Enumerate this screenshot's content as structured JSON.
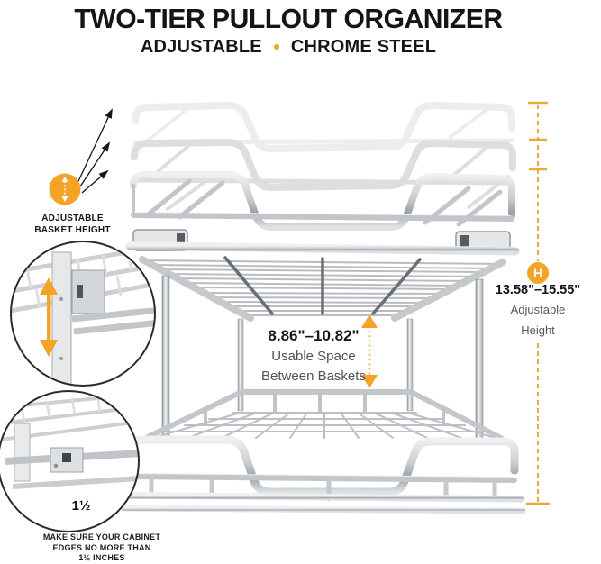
{
  "header": {
    "title": "TWO-TIER PULLOUT ORGANIZER",
    "subtitle_left": "ADJUSTABLE",
    "subtitle_right": "CHROME STEEL"
  },
  "annotations": {
    "basket_height": {
      "line1": "ADJUSTABLE",
      "line2": "BASKET HEIGHT"
    },
    "usable_space": {
      "value": "8.86\"–10.82\"",
      "line1": "Usable Space",
      "line2": "Between Baskets"
    },
    "adjustable_height": {
      "badge": "H",
      "value": "13.58\"–15.55\"",
      "line1": "Adjustable",
      "line2": "Height"
    },
    "cabinet_clearance": {
      "value": "1½",
      "caption_line1": "MAKE SURE YOUR CABINET",
      "caption_line2": "EDGES NO MORE THAN",
      "caption_line3": "1½ INCHES"
    }
  },
  "colors": {
    "accent": "#F5A327",
    "dashed_line": "#E9A93F",
    "text": "#111111",
    "muted": "#55595e"
  }
}
